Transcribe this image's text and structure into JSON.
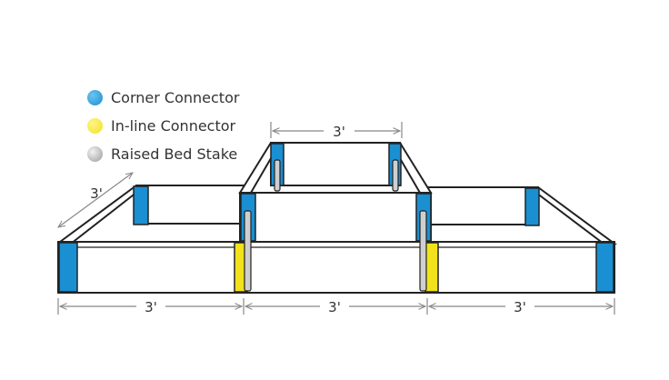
{
  "legend": {
    "items": [
      {
        "label": "Corner Connector",
        "color": "#1a8fd1",
        "icon": "blue-dot-icon"
      },
      {
        "label": "In-line Connector",
        "color": "#f2e21b",
        "icon": "yellow-dot-icon"
      },
      {
        "label": "Raised Bed Stake",
        "color": "#b8b8b8",
        "icon": "gray-dot-icon"
      }
    ]
  },
  "dimensions": {
    "top_width": "3'",
    "depth": "3'",
    "bottom_left": "3'",
    "bottom_middle": "3'",
    "bottom_right": "3'"
  },
  "colors": {
    "corner": "#1a8fd1",
    "inline": "#f2e21b",
    "stake": "#b8b8b8",
    "outline": "#222222"
  }
}
